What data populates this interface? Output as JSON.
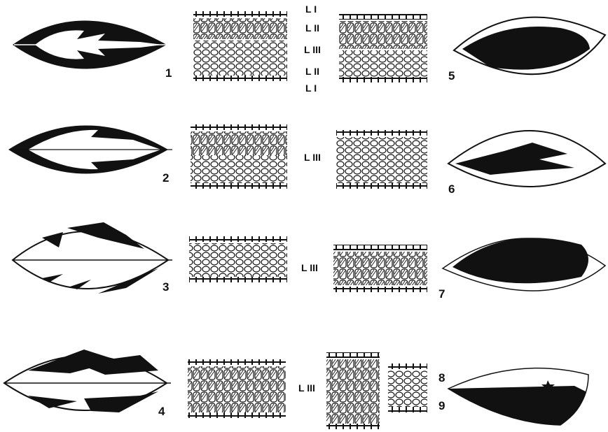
{
  "figure_numbers": [
    "1",
    "2",
    "3",
    "4",
    "5",
    "6",
    "7",
    "8",
    "9"
  ],
  "layer_labels": {
    "l1": "L I",
    "l2": "L II",
    "l3": "L III"
  },
  "colors": {
    "ink": "#111111",
    "paper": "#ffffff"
  }
}
